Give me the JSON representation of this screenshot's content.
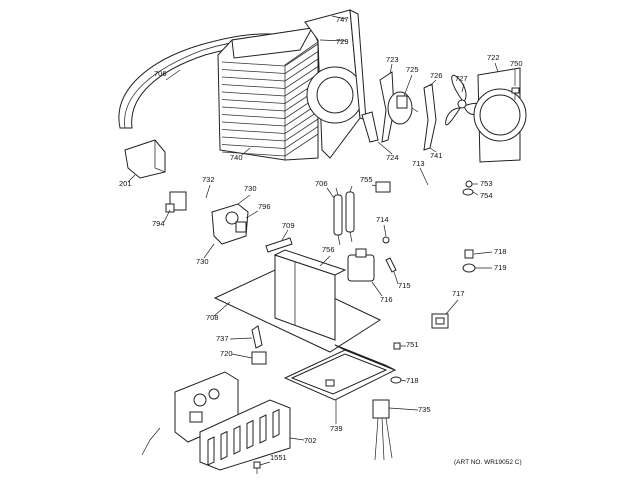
{
  "diagram": {
    "art_number": "(ART NO. WR19052 C)",
    "parts": [
      {
        "id": "p747",
        "label": "747"
      },
      {
        "id": "p729",
        "label": "729"
      },
      {
        "id": "p706a",
        "label": "706"
      },
      {
        "id": "p723",
        "label": "723"
      },
      {
        "id": "p725",
        "label": "725"
      },
      {
        "id": "p726",
        "label": "726"
      },
      {
        "id": "p727",
        "label": "727"
      },
      {
        "id": "p722",
        "label": "722"
      },
      {
        "id": "p750",
        "label": "750"
      },
      {
        "id": "p740",
        "label": "740"
      },
      {
        "id": "p724",
        "label": "724"
      },
      {
        "id": "p741",
        "label": "741"
      },
      {
        "id": "p201",
        "label": "201"
      },
      {
        "id": "p713",
        "label": "713"
      },
      {
        "id": "p732",
        "label": "732"
      },
      {
        "id": "p730a",
        "label": "730"
      },
      {
        "id": "p706b",
        "label": "706"
      },
      {
        "id": "p755",
        "label": "755"
      },
      {
        "id": "p753",
        "label": "753"
      },
      {
        "id": "p754",
        "label": "754"
      },
      {
        "id": "p796",
        "label": "796"
      },
      {
        "id": "p794",
        "label": "794"
      },
      {
        "id": "p709",
        "label": "709"
      },
      {
        "id": "p714",
        "label": "714"
      },
      {
        "id": "p730b",
        "label": "730"
      },
      {
        "id": "p756",
        "label": "756"
      },
      {
        "id": "p718a",
        "label": "718"
      },
      {
        "id": "p719",
        "label": "719"
      },
      {
        "id": "p715",
        "label": "715"
      },
      {
        "id": "p716",
        "label": "716"
      },
      {
        "id": "p717",
        "label": "717"
      },
      {
        "id": "p708",
        "label": "708"
      },
      {
        "id": "p737",
        "label": "737"
      },
      {
        "id": "p751",
        "label": "751"
      },
      {
        "id": "p720",
        "label": "720"
      },
      {
        "id": "p718b",
        "label": "718"
      },
      {
        "id": "p735",
        "label": "735"
      },
      {
        "id": "p739",
        "label": "739"
      },
      {
        "id": "p702",
        "label": "702"
      },
      {
        "id": "p1551",
        "label": "1551"
      }
    ]
  }
}
